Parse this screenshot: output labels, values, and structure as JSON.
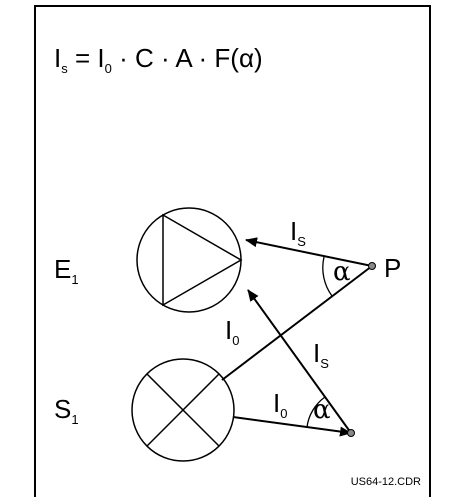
{
  "formula": {
    "I": "I",
    "s": "s",
    "eq": " = ",
    "I0": "I",
    "zero": "0",
    "rest": " · C · A · F(",
    "alpha": "α",
    "close": ")"
  },
  "labels": {
    "E_main": "E",
    "E_sub": "1",
    "S_main": "S",
    "S_sub": "1",
    "P": "P",
    "Is_upper_main": "I",
    "Is_upper_sub": "S",
    "Is_lower_main": "I",
    "Is_lower_sub": "S",
    "I0_upper_main": "I",
    "I0_upper_sub": "0",
    "I0_lower_main": "I",
    "I0_lower_sub": "0",
    "alpha_upper": "α",
    "alpha_lower": "α"
  },
  "footer": {
    "filename": "US64-12.CDR"
  }
}
